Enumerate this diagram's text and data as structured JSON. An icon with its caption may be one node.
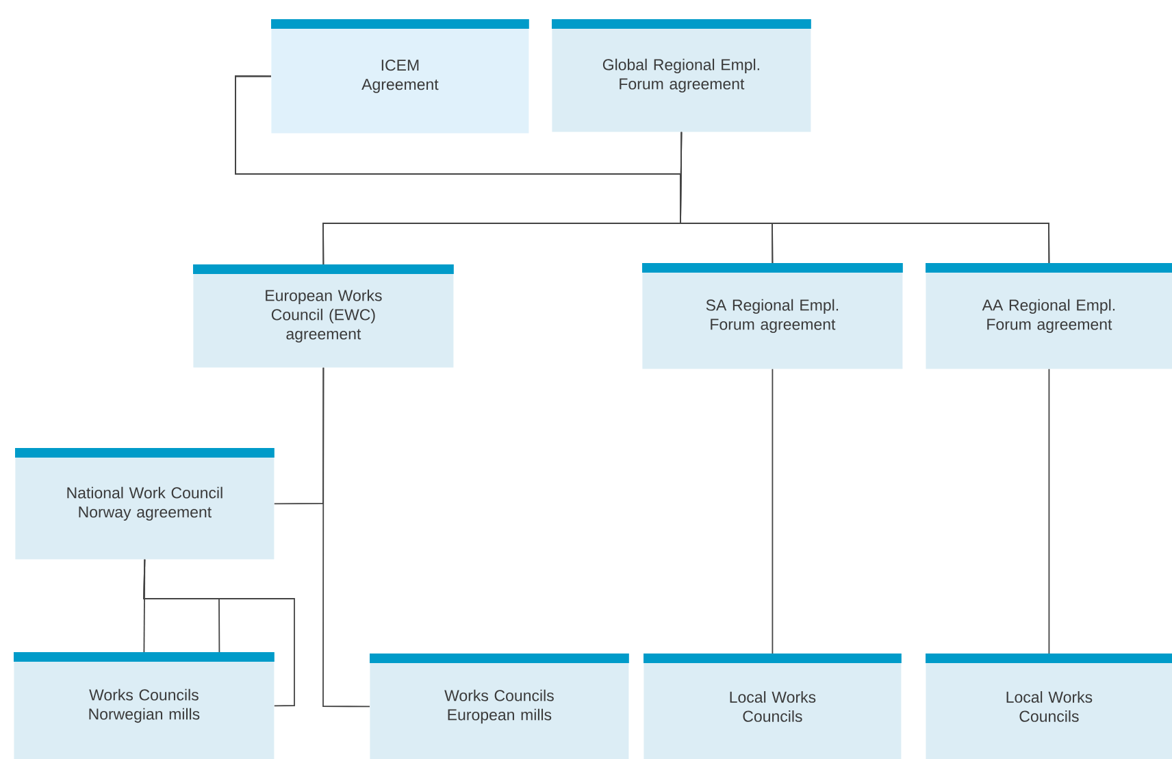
{
  "diagram": {
    "nodes": [
      {
        "text": [
          "ICEM Agreement"
        ]
      },
      {
        "text": [
          "Global Regional Empl. Forum agreement"
        ]
      },
      {
        "text": [
          "European Works Council (EWC) agreement"
        ]
      },
      {
        "text": [
          "SA Regional Empl. Forum agreement"
        ]
      },
      {
        "text": [
          "AA Regional Empl. Forum agreement"
        ]
      },
      {
        "text": [
          "National Work Council Norway agreement"
        ]
      },
      {
        "text": [
          "Works Councils Norwegian mills"
        ]
      },
      {
        "text": [
          "Works Councils European mills"
        ]
      },
      {
        "text": [
          "Local Works Councils"
        ]
      },
      {
        "text": [
          "Local Works Councils"
        ]
      }
    ],
    "edges": [
      {
        "from": 0,
        "to": 2,
        "arrow": "none"
      },
      {
        "from": 0,
        "to": 3,
        "arrow": "none"
      },
      {
        "from": 0,
        "to": 4,
        "arrow": "none"
      },
      {
        "from": 1,
        "to": 2,
        "arrow": "none"
      },
      {
        "from": 1,
        "to": 3,
        "arrow": "none"
      },
      {
        "from": 1,
        "to": 4,
        "arrow": "none"
      },
      {
        "from": 2,
        "to": 7,
        "arrow": "none"
      },
      {
        "from": 5,
        "to": 2,
        "arrow": "none"
      },
      {
        "from": 5,
        "to": 6,
        "arrow": "none"
      },
      {
        "from": 5,
        "to": 6,
        "arrow": "none"
      },
      {
        "from": 5,
        "to": 6,
        "arrow": "none"
      },
      {
        "from": 3,
        "to": 8,
        "arrow": "none"
      },
      {
        "from": 4,
        "to": 9,
        "arrow": "none"
      }
    ]
  }
}
